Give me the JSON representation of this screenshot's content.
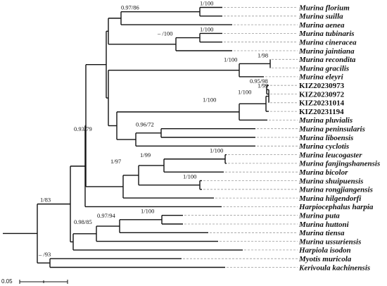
{
  "taxa": [
    {
      "name": "Murina florium",
      "style": "italic"
    },
    {
      "name": "Murina suilla",
      "style": "italic"
    },
    {
      "name": "Murina aenea",
      "style": "italic"
    },
    {
      "name": "Murina tubinaris",
      "style": "italic"
    },
    {
      "name": "Murina cineracea",
      "style": "italic"
    },
    {
      "name": "Murina jaintiana",
      "style": "italic"
    },
    {
      "name": "Murina recondita",
      "style": "italic"
    },
    {
      "name": "Murina gracilis",
      "style": "italic"
    },
    {
      "name": "Murina eleyri",
      "style": "italic"
    },
    {
      "name": "KIZ20230973",
      "style": "plain"
    },
    {
      "name": "KIZ20230972",
      "style": "plain"
    },
    {
      "name": "KIZ20231014",
      "style": "plain"
    },
    {
      "name": "KIZ20231194",
      "style": "plain"
    },
    {
      "name": "Murina pluvialis",
      "style": "italic"
    },
    {
      "name": "Murina peninsularis",
      "style": "italic"
    },
    {
      "name": "Murina liboensis",
      "style": "italic"
    },
    {
      "name": "Murina cyclotis",
      "style": "italic"
    },
    {
      "name": "Murina leucogaster",
      "style": "italic"
    },
    {
      "name": "Murina fanjingshanensis",
      "style": "italic"
    },
    {
      "name": "Murina bicolor",
      "style": "italic"
    },
    {
      "name": "Murina shuipuensis",
      "style": "italic"
    },
    {
      "name": "Murina rongjiangensis",
      "style": "italic"
    },
    {
      "name": "Murina hilgendorfi",
      "style": "italic"
    },
    {
      "name": "Harpiocephalus harpia",
      "style": "italic"
    },
    {
      "name": "Murina puta",
      "style": "italic"
    },
    {
      "name": "Murina huttoni",
      "style": "italic"
    },
    {
      "name": "Murina tiensa",
      "style": "italic"
    },
    {
      "name": "Murina ussuriensis",
      "style": "italic"
    },
    {
      "name": "Harpiola isodon",
      "style": "italic"
    },
    {
      "name": "Myotis muricola",
      "style": "italic"
    },
    {
      "name": "Kerivoula kachinensis",
      "style": "italic"
    }
  ],
  "support_values": [
    "1/100",
    "0.97/86",
    "1/100",
    "– /100",
    "1/98",
    "1/100",
    "0.95/98",
    "1/99",
    "1/100",
    "1/100",
    "0.96/72",
    "0.93/79",
    "1/100",
    "1/99",
    "1/100",
    "1/97",
    "1/100",
    "0.97/94",
    "0.98/85",
    "1/83",
    "– /93"
  ],
  "scale_bar": {
    "label": "0.05",
    "value": 0.05
  }
}
